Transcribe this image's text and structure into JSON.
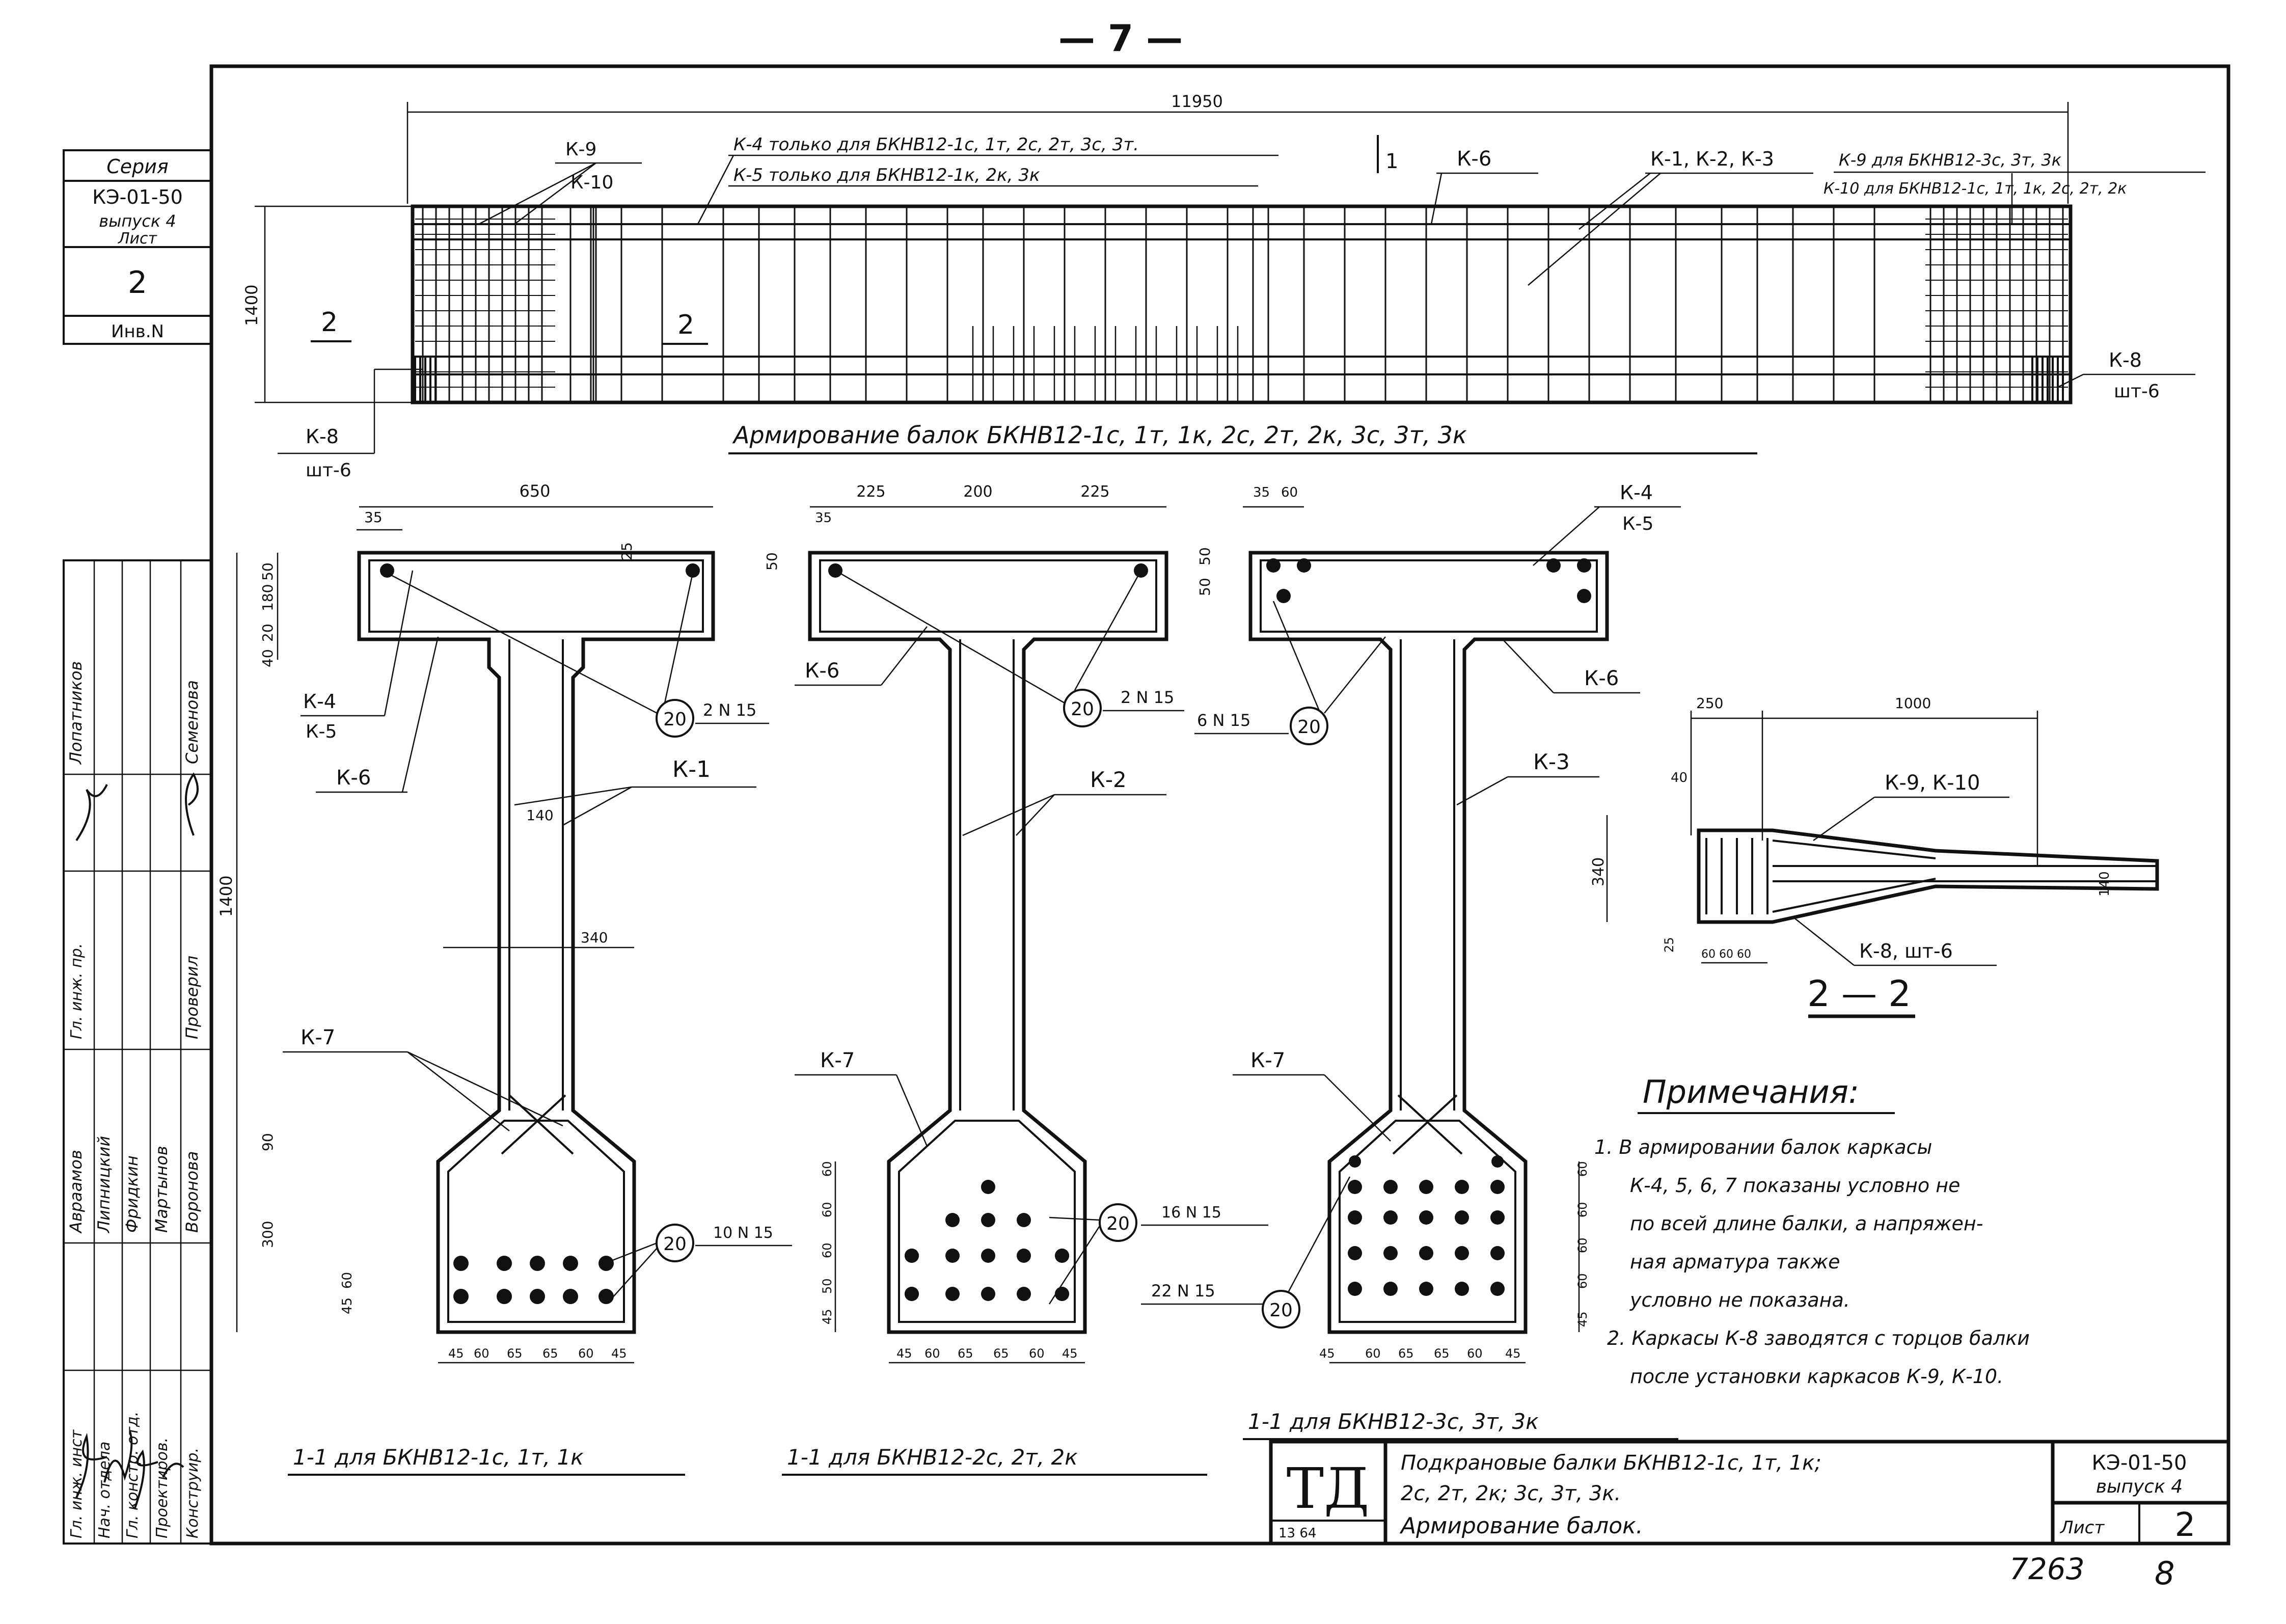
{
  "page_number": "— 7 —",
  "side_block": {
    "series_label": "Серия",
    "series_code": "КЭ-01-50",
    "issue": "выпуск 4",
    "sheet_label": "Лист",
    "sheet_no": "2",
    "inv_label": "Инв.N"
  },
  "stamp_roles": [
    "Гл. инж. инст",
    "Нач. отдела",
    "Гл. констр. отд.",
    "Проектиров.",
    "Конструир."
  ],
  "stamp_names": [
    "Авраамов",
    "Липницкий",
    "Фридкин",
    "Мартынов",
    "Воронова"
  ],
  "stamp_roles_right": [
    "Гл. инж. пр.",
    "Проверил"
  ],
  "stamp_names_right": [
    "Лопатников",
    "Семенова"
  ],
  "elevation": {
    "length_dim": "11950",
    "height_dim": "1400",
    "k9": "К-9",
    "k10": "К-10",
    "k4_note": "К-4 только для БКНВ12-1с, 1т, 2с, 2т, 3с, 3т.",
    "k5_note": "К-5 только для БКНВ12-1к, 2к, 3к",
    "section_mark": "1",
    "k6": "К-6",
    "k123": "К-1, К-2, К-3",
    "k9_note": "К-9 для БКНВ12-3с, 3т, 3к",
    "k10_note": "К-10 для БКНВ12-1с, 1т, 1к, 2с, 2т, 2к",
    "mark_2_left": "2",
    "mark_2_mid": "2",
    "k8": "К-8",
    "sht6": "шт-6",
    "title": "Армирование балок   БКНВ12-1с, 1т, 1к, 2с, 2т, 2к, 3с, 3т, 3к"
  },
  "section1": {
    "dim_top": "650",
    "dim_35": "35",
    "dim_25": "25",
    "dim_50": "50",
    "dim_180": "180",
    "dim_20": "20",
    "dim_40": "40",
    "dim_1400": "1400",
    "dim_140": "140",
    "dim_340": "340",
    "dim_90": "90",
    "dim_300": "300",
    "dim_45": "45",
    "dim_60": "60",
    "bottom_dims": [
      "45",
      "60",
      "65",
      "65",
      "60",
      "45"
    ],
    "k4": "К-4",
    "k5": "К-5",
    "k6": "К-6",
    "k1": "К-1",
    "k7": "К-7",
    "circle": "20",
    "top_bars": "2 N 15",
    "bot_bars": "10 N 15",
    "title": "1-1 для БКНВ12-1с, 1т, 1к"
  },
  "section2": {
    "dims_top": [
      "225",
      "200",
      "225"
    ],
    "dim_35": "35",
    "dim_50": "50",
    "side_dims": [
      "60",
      "60",
      "60",
      "50",
      "45"
    ],
    "bottom_dims": [
      "45",
      "60",
      "65",
      "65",
      "60",
      "45"
    ],
    "k6": "К-6",
    "k2": "К-2",
    "k7": "К-7",
    "circle": "20",
    "top_bars": "2 N 15",
    "bot_bars": "16 N 15",
    "title": "1-1 для БКНВ12-2с, 2т, 2к"
  },
  "section3": {
    "dims_top": [
      "35",
      "60"
    ],
    "dim_50": "50",
    "dim_50b": "50",
    "side_dims": [
      "60",
      "60",
      "60",
      "60",
      "45"
    ],
    "bottom_dims": [
      "45",
      "60",
      "65",
      "65",
      "60",
      "45"
    ],
    "k4": "К-4",
    "k5": "К-5",
    "k6": "К-6",
    "k3": "К-3",
    "k7": "К-7",
    "circle": "20",
    "top_bars": "6 N 15",
    "bot_bars": "22 N 15",
    "title": "1-1 для БКНВ12-3с, 3т, 3к"
  },
  "section22": {
    "dim_250": "250",
    "dim_1000": "1000",
    "dim_40": "40",
    "dim_340": "340",
    "dim_140": "140",
    "dim_25": "25",
    "bottom_dims": "60 60 60",
    "k910": "К-9, К-10",
    "k8": "К-8, шт-6",
    "title": "2 — 2"
  },
  "notes": {
    "heading": "Примечания:",
    "lines": [
      "1. В армировании балок каркасы",
      "К-4, 5, 6, 7 показаны условно не",
      "по всей длине балки, а напряжен-",
      "ная   арматура   также",
      "условно  не показана.",
      "2. Каркасы  К-8 заводятся с торцов балки",
      "после установки каркасов К-9, К-10."
    ]
  },
  "title_block": {
    "logo": "ТД",
    "logo_code": "13 64",
    "line1": "Подкрановые балки БКНВ12-1с, 1т, 1к;",
    "line2": "2с, 2т, 2к; 3с, 3т, 3к.",
    "line3": "Армирование балок.",
    "series": "КЭ-01-50",
    "issue": "выпуск 4",
    "sheet_label": "Лист",
    "sheet_no": "2"
  },
  "footer": {
    "num1": "7263",
    "num2": "8"
  }
}
